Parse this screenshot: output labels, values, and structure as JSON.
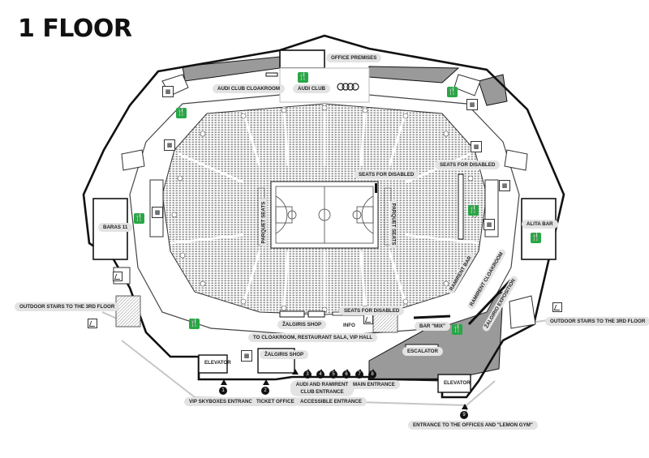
{
  "title": "1 FLOOR",
  "labels": {
    "office_premises": "OFFICE PREMISES",
    "audi_club_cloakroom": "AUDI CLUB CLOAKROOM",
    "audi_club": "AUDI CLUB",
    "baras_11": "BARAS 11",
    "alita_bar": "ALITA BAR",
    "seats_for_disabled_top": "SEATS FOR DISABLED",
    "seats_for_disabled_right": "SEATS FOR DISABLED",
    "seats_for_disabled_bottom": "SEATS FOR DISABLED",
    "parquet_seats_left": "PARQUET SEATS",
    "parquet_seats_right": "PARQUET SEATS",
    "ramirent_bar": "RAMIRENT BAR",
    "ramirent_cloakroom": "RAMIRENT CLOAKROOM",
    "zalgiris_exposition": "ŽALGIRIO EXPOSITION",
    "outdoor_stairs_left": "OUTDOOR STAIRS TO THE 3RD FLOOR",
    "outdoor_stairs_right": "OUTDOOR STAIRS TO THE 3RD FLOOR",
    "zalgiris_shop_top": "ŽALGIRIS SHOP",
    "info": "INFO",
    "zalgiris_shop_bottom": "ŽALGIRIS SHOP",
    "to_cloakroom": "TO CLOAKROOM, RESTAURANT SALA, VIP HALL",
    "bar_mix": "BAR \"MIX\"",
    "escalator": "ESCALATOR",
    "elevator_left": "ELEVATOR",
    "elevator_right": "ELEVATOR",
    "audi_ramirent_entrance": "AUDI AND RAMIRENT CLUB ENTRANCE",
    "main_entrance": "MAIN ENTRANCE",
    "vip_skyboxes_entrance": "VIP SKYBOXES ENTRANCE",
    "ticket_office": "TICKET OFFICE",
    "accessible_entrance": "ACCESSIBLE ENTRANCE",
    "offices_entrance": "ENTRANCE TO THE OFFICES AND \"LEMON GYM\""
  },
  "entrance_numbers": [
    "1",
    "2",
    "3",
    "4",
    "5",
    "6",
    "7",
    "8",
    "9"
  ],
  "colors": {
    "wall": "#111111",
    "service_area": "#9a9a9a",
    "seating": "#d8d8d8",
    "court_lines": "#444444",
    "label_bg": "#e3e3e3",
    "food_icon": "#28a745",
    "path_line": "#bdbdbd"
  },
  "icons": {
    "food": "fork-knife-icon",
    "wc": "restroom-icon",
    "stairs": "stairs-icon",
    "audi_logo": "audi-rings-logo",
    "entrance_marker": "entrance-arrow-icon"
  }
}
